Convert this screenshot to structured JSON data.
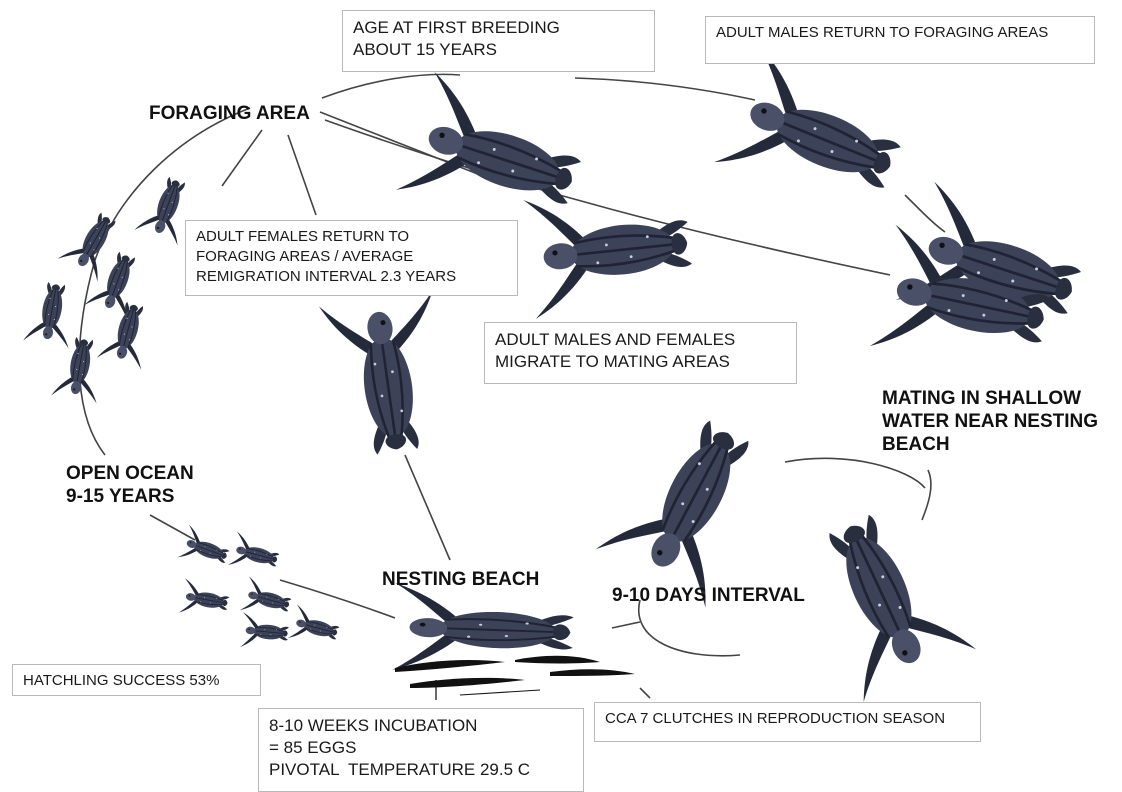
{
  "stage_labels": {
    "foraging_area": "FORAGING AREA",
    "open_ocean": "OPEN OCEAN\n9-15 YEARS",
    "nesting_beach": "NESTING BEACH",
    "interval": "9-10 DAYS INTERVAL",
    "mating": "MATING IN SHALLOW\nWATER NEAR NESTING\nBEACH"
  },
  "callouts": {
    "first_breeding": "AGE AT FIRST BREEDING\nABOUT 15 YEARS",
    "males_return": "ADULT MALES RETURN TO FORAGING AREAS",
    "females_return": "ADULT FEMALES RETURN TO\nFORAGING AREAS / AVERAGE\nREMIGRATION INTERVAL 2.3 YEARS",
    "migrate": "ADULT MALES AND FEMALES\nMIGRATE TO MATING AREAS",
    "hatchling": "HATCHLING SUCCESS 53%",
    "incubation": "8-10 WEEKS INCUBATION\n= 85 EGGS\nPIVOTAL  TEMPERATURE 29.5 C",
    "clutches": "CCA 7 CLUTCHES IN REPRODUCTION SEASON"
  },
  "colors": {
    "turtle_body": "#3c4258",
    "turtle_dark": "#1f2333",
    "turtle_spots": "#c9cde0",
    "line": "#444444",
    "callout_border": "#b9b9b9",
    "beach": "#111111"
  }
}
